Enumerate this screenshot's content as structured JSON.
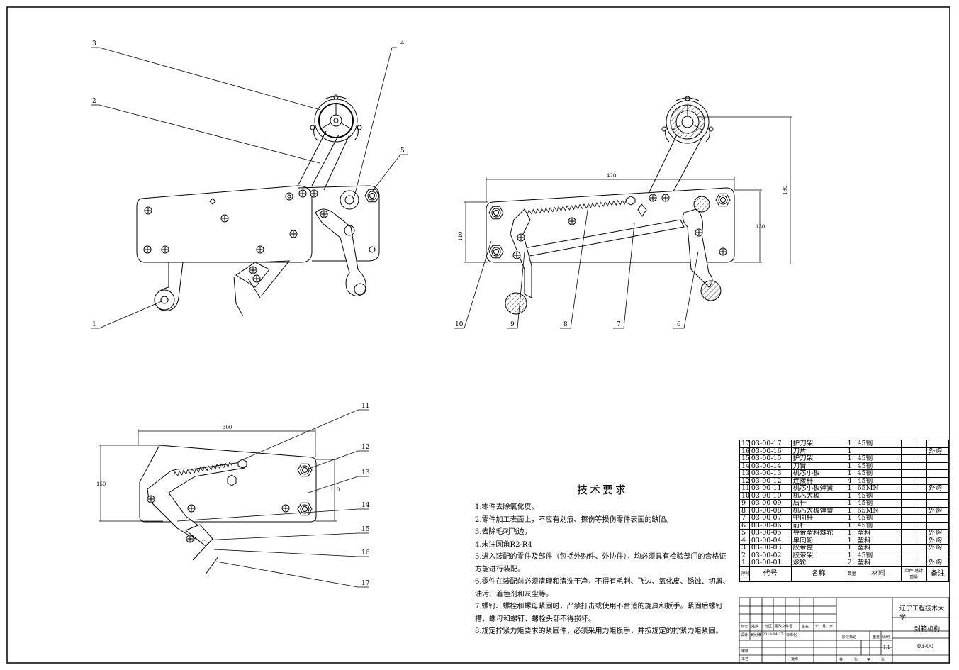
{
  "views": {
    "left_view_balloons": [
      "1",
      "2",
      "3",
      "4",
      "5"
    ],
    "right_view_balloons": [
      "6",
      "7",
      "8",
      "9",
      "10"
    ],
    "right_view_dims": {
      "width": "420",
      "height_left": "110",
      "height_right1": "130",
      "height_right2": "180"
    },
    "bottom_view_balloons": [
      "11",
      "12",
      "13",
      "14",
      "15",
      "16",
      "17"
    ],
    "bottom_view_dims": {
      "width": "300",
      "height_left": "150",
      "height_right": "110"
    }
  },
  "tech": {
    "title": "技术要求",
    "items": [
      "1.零件去除氧化皮。",
      "2.零件加工表面上，不应有划痕、擦伤等损伤零件表面的缺陷。",
      "3.去除毛刺飞边。",
      "4.未注圆角R2-R4",
      "5.进入装配的零件及部件（包括外购件、外协件），均必须具有检验部门的合格证方能进行装配。",
      "6.零件在装配前必须清理和清洗干净，不得有毛刺、飞边、氧化皮、锈蚀、切屑、油污、着色剂和灰尘等。",
      "7.螺钉、螺栓和螺母紧固时，严禁打击或使用不合适的旋具和扳手。紧固后螺钉槽、螺母和螺钉、螺栓头部不得损坏。",
      "8.规定拧紧力矩要求的紧固件，必须采用力矩扳手，并按规定的拧紧力矩紧固。"
    ]
  },
  "bom": {
    "rows": [
      {
        "no": "17",
        "code": "03-00-17",
        "name": "护刀架",
        "qty": "1",
        "mat": "45钢",
        "note": ""
      },
      {
        "no": "16",
        "code": "03-00-16",
        "name": "刀片",
        "qty": "1",
        "mat": "",
        "note": "外购"
      },
      {
        "no": "15",
        "code": "03-00-15",
        "name": "护刀架",
        "qty": "1",
        "mat": "45钢",
        "note": ""
      },
      {
        "no": "14",
        "code": "03-00-14",
        "name": "刀臂",
        "qty": "1",
        "mat": "45钢",
        "note": ""
      },
      {
        "no": "13",
        "code": "03-00-13",
        "name": "机芯小板",
        "qty": "1",
        "mat": "45钢",
        "note": ""
      },
      {
        "no": "12",
        "code": "03-00-12",
        "name": "连接杆",
        "qty": "4",
        "mat": "45钢",
        "note": ""
      },
      {
        "no": "11",
        "code": "03-00-11",
        "name": "机芯小板弹簧",
        "qty": "1",
        "mat": "65MN",
        "note": "外购"
      },
      {
        "no": "10",
        "code": "03-00-10",
        "name": "机芯大板",
        "qty": "1",
        "mat": "45钢",
        "note": ""
      },
      {
        "no": "9",
        "code": "03-00-09",
        "name": "后杆",
        "qty": "1",
        "mat": "45钢",
        "note": ""
      },
      {
        "no": "8",
        "code": "03-00-08",
        "name": "机芯大板弹簧",
        "qty": "1",
        "mat": "65MN",
        "note": "外购"
      },
      {
        "no": "7",
        "code": "03-00-07",
        "name": "中间杆",
        "qty": "1",
        "mat": "45钢",
        "note": ""
      },
      {
        "no": "6",
        "code": "03-00-06",
        "name": "前杆",
        "qty": "1",
        "mat": "45钢",
        "note": ""
      },
      {
        "no": "5",
        "code": "03-00-05",
        "name": "导带塑料棘轮",
        "qty": "1",
        "mat": "塑料",
        "note": "外购"
      },
      {
        "no": "4",
        "code": "03-00-04",
        "name": "单向轮",
        "qty": "1",
        "mat": "塑料",
        "note": "外购"
      },
      {
        "no": "3",
        "code": "03-00-03",
        "name": "胶带盘",
        "qty": "1",
        "mat": "塑料",
        "note": "外购"
      },
      {
        "no": "2",
        "code": "03-00-02",
        "name": "胶带架",
        "qty": "1",
        "mat": "45钢",
        "note": ""
      },
      {
        "no": "1",
        "code": "03-00-01",
        "name": "滚轮",
        "qty": "2",
        "mat": "塑料",
        "note": "外购"
      }
    ],
    "header": {
      "no": "序号",
      "code": "代号",
      "name": "名称",
      "qty": "数量",
      "mat": "材料",
      "unit_w": "单件",
      "total_w": "总计",
      "weight": "重量",
      "note": "备注"
    }
  },
  "titleblock": {
    "school": "辽宁工程技术大学",
    "drawing_name": "封箱机构",
    "drawing_no": "03-00",
    "scale": "1:1",
    "labels": {
      "mark": "标记",
      "count": "处数",
      "zone": "分区",
      "change_doc": "更改文件号",
      "sign": "签名",
      "date": "年、月、日",
      "design": "设计",
      "designer": "臧树维",
      "design_date": "2019-04-17",
      "standard": "标准化",
      "stage_mark": "阶段标记",
      "weight": "重量",
      "scale": "比例",
      "review": "审核",
      "process": "工艺",
      "approve": "批准",
      "total": "共",
      "sheets": "张",
      "page": "第",
      "sheet": "张"
    }
  }
}
